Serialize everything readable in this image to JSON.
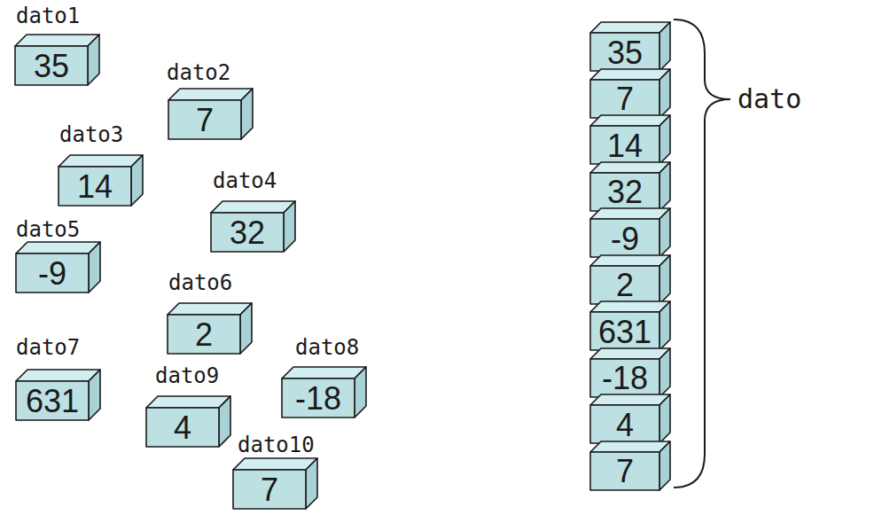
{
  "diagram": {
    "nodes": [
      {
        "text": [
          "dato1",
          "35"
        ]
      },
      {
        "text": [
          "dato2",
          "7"
        ]
      },
      {
        "text": [
          "dato3",
          "14"
        ]
      },
      {
        "text": [
          "dato4",
          "32"
        ]
      },
      {
        "text": [
          "dato5",
          "-9"
        ]
      },
      {
        "text": [
          "dato6",
          "2"
        ]
      },
      {
        "text": [
          "dato7",
          "631"
        ]
      },
      {
        "text": [
          "dato8",
          "-18"
        ]
      },
      {
        "text": [
          "dato9",
          "4"
        ]
      },
      {
        "text": [
          "dato10",
          "7"
        ]
      },
      {
        "text": [
          "35"
        ]
      },
      {
        "text": [
          "7"
        ]
      },
      {
        "text": [
          "14"
        ]
      },
      {
        "text": [
          "32"
        ]
      },
      {
        "text": [
          "-9"
        ]
      },
      {
        "text": [
          "2"
        ]
      },
      {
        "text": [
          "631"
        ]
      },
      {
        "text": [
          "-18"
        ]
      },
      {
        "text": [
          "4"
        ]
      },
      {
        "text": [
          "7"
        ]
      }
    ],
    "labels": [
      "dato"
    ]
  }
}
